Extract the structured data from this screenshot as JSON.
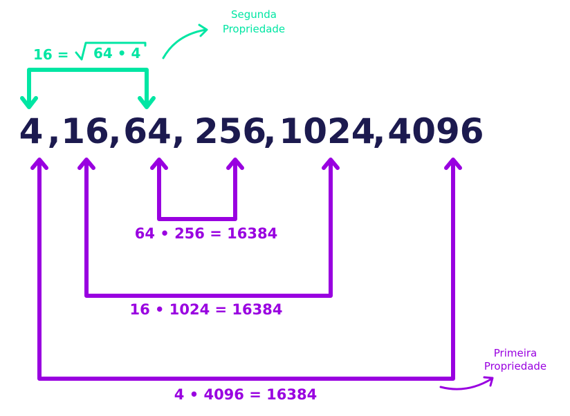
{
  "colors": {
    "sequence": "#1c1a4f",
    "first_property": "#9900e0",
    "second_property": "#00e6a3"
  },
  "sequence": {
    "terms": [
      "4",
      "16",
      "64",
      "256",
      "1024",
      "4096"
    ],
    "separator": ","
  },
  "second_property": {
    "lhs": "16 =",
    "radicand": "64 • 4",
    "title_line1": "Segunda",
    "title_line2": "Propriedade"
  },
  "first_property": {
    "inner": "64 • 256 = 16384",
    "middle": "16 • 1024 = 16384",
    "outer": "4 • 4096 = 16384",
    "title_line1": "Primeira",
    "title_line2": "Propriedade"
  }
}
